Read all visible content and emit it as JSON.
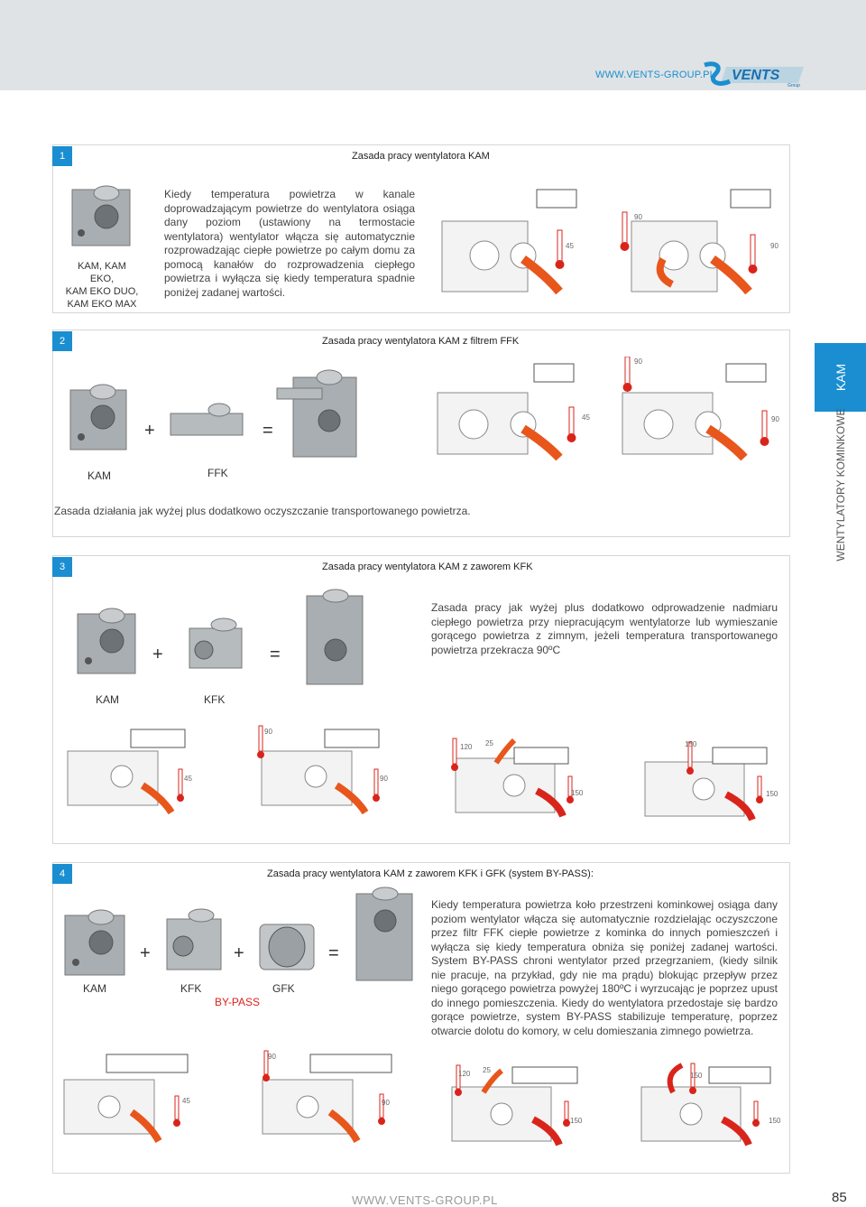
{
  "header": {
    "url": "WWW.VENTS-GROUP.PL",
    "logo_text": "VENTS",
    "logo_sub": "Group"
  },
  "side": {
    "tab": "KAM",
    "text": "WENTYLATORY KOMINKOWE"
  },
  "s1": {
    "num": "1",
    "title": "Zasada pracy wentylatora KAM",
    "models": "KAM, KAM EKO,\nKAM EKO DUO,\nKAM EKO MAX",
    "text": "Kiedy temperatura powietrza w kanale doprowadzającym powietrze do wentylatora osiąga dany poziom (ustawiony na termostacie wentylatora) wentylator włącza się automatycznie rozprowadzając ciepłe powietrze po całym domu za pomocą kanałów do rozprowadzenia ciepłego powietrza i wyłącza się kiedy temperatura spadnie poniżej zadanej wartości.",
    "t1": "45",
    "t2": "90",
    "t3": "90"
  },
  "s2": {
    "num": "2",
    "title": "Zasada pracy wentylatora KAM z filtrem FFK",
    "plus": "+",
    "eq": "=",
    "kam": "KAM",
    "ffk": "FFK",
    "text": "Zasada działania jak wyżej plus dodatkowo oczyszczanie transportowanego powietrza.",
    "t1": "45",
    "t2": "90",
    "t3": "90"
  },
  "s3": {
    "num": "3",
    "title": "Zasada pracy wentylatora KAM z zaworem KFK",
    "plus": "+",
    "eq": "=",
    "kam": "KAM",
    "kfk": "KFK",
    "text": "Zasada pracy jak wyżej plus dodatkowo odprowadzenie nadmiaru ciepłego powietrza przy niepracującym wentylatorze lub wymieszanie gorącego powietrza z zimnym, jeżeli temperatura transportowanego powietrza przekracza 90ºC",
    "temps": [
      "45",
      "90",
      "90",
      "120",
      "25",
      "150",
      "150",
      "150"
    ]
  },
  "s4": {
    "num": "4",
    "title": "Zasada pracy wentylatora KAM z zaworem KFK i GFK (system BY-PASS):",
    "plus": "+",
    "eq": "=",
    "kam": "KAM",
    "kfk": "KFK",
    "gfk": "GFK",
    "bypass": "BY-PASS",
    "text": "Kiedy temperatura powietrza koło przestrzeni kominkowej osiąga dany poziom wentylator włącza się automatycznie rozdzielając oczyszczone przez filtr FFK ciepłe powietrze z kominka do innych pomieszczeń i wyłącza się kiedy temperatura obniża się poniżej zadanej wartości. System BY-PASS chroni wentylator przed przegrzaniem, (kiedy silnik nie pracuje, na przykład, gdy nie ma prądu) blokując przepływ przez niego gorącego powietrza powyżej 180ºC i wyrzucając je poprzez upust do innego pomieszczenia. Kiedy do wentylatora przedostaje się bardzo gorące powietrze, system BY-PASS stabilizuje temperaturę, poprzez otwarcie dolotu do komory, w celu domieszania zimnego powietrza.",
    "temps": [
      "45",
      "90",
      "90",
      "120",
      "25",
      "150",
      "150",
      "150"
    ]
  },
  "footer": {
    "url": "WWW.VENTS-GROUP.PL",
    "page": "85"
  },
  "colors": {
    "accent": "#1a8ed0",
    "arrow": "#e8561c",
    "thermo": "#d9241c",
    "device": "#9ea4a8"
  }
}
